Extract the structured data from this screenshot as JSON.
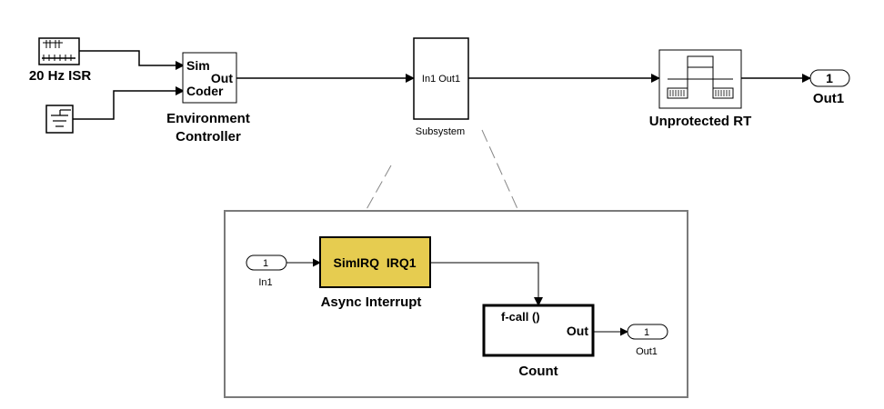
{
  "diagram": {
    "top_level": {
      "isr_block": {
        "label": "20 Hz ISR",
        "icon": "pulse-generator-icon"
      },
      "ground_block": {
        "icon": "ground-icon"
      },
      "env_controller": {
        "port_in_1": "Sim",
        "port_out": "Out",
        "port_in_2": "Coder",
        "label_line1": "Environment",
        "label_line2": "Controller"
      },
      "subsystem": {
        "ports": "In1 Out1",
        "label": "Subsystem"
      },
      "rate_transition": {
        "label": "Unprotected RT",
        "icon": "rate-transition-icon"
      },
      "outport": {
        "number": "1",
        "label": "Out1"
      }
    },
    "subsystem_detail": {
      "inport": {
        "number": "1",
        "label": "In1"
      },
      "async_interrupt": {
        "text": "SimIRQ  IRQ1",
        "label": "Async Interrupt",
        "color": "#e6cc50"
      },
      "count_block": {
        "trigger": "f-call ()",
        "port_out": "Out",
        "label": "Count"
      },
      "outport": {
        "number": "1",
        "label": "Out1"
      }
    }
  }
}
